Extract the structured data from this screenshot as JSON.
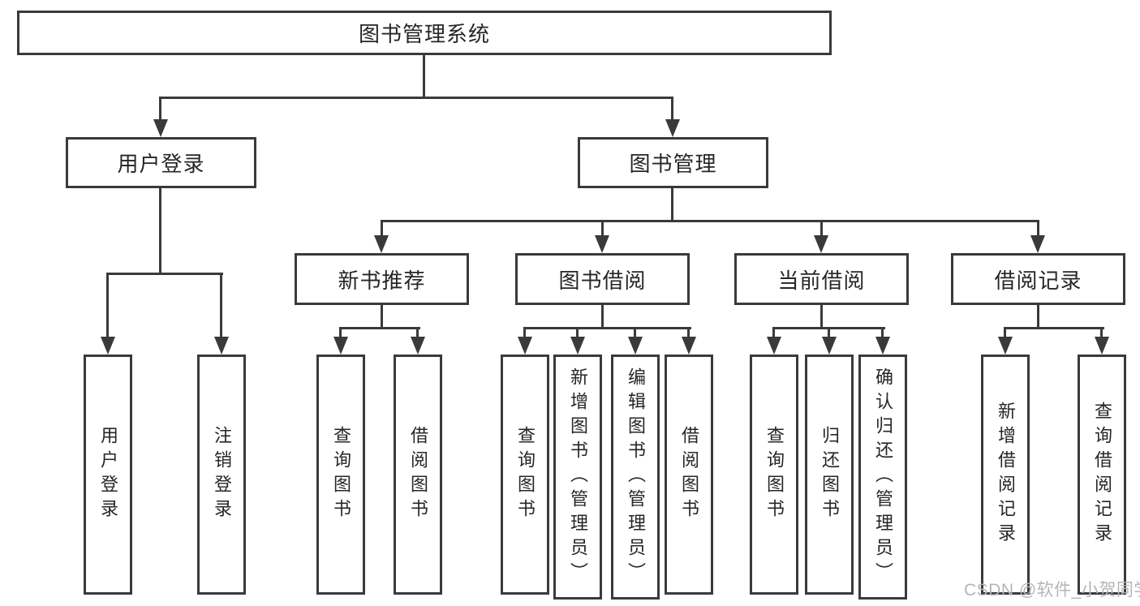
{
  "tree": {
    "root": {
      "label": "图书管理系统"
    },
    "branches": [
      {
        "label": "用户登录",
        "children": [
          {
            "label": "用户登录"
          },
          {
            "label": "注销登录"
          }
        ]
      },
      {
        "label": "图书管理",
        "groups": [
          {
            "label": "新书推荐",
            "children": [
              {
                "label": "查询图书"
              },
              {
                "label": "借阅图书"
              }
            ]
          },
          {
            "label": "图书借阅",
            "children": [
              {
                "label": "查询图书"
              },
              {
                "label": "新增图书（管理员）"
              },
              {
                "label": "编辑图书（管理员）"
              },
              {
                "label": "借阅图书"
              }
            ]
          },
          {
            "label": "当前借阅",
            "children": [
              {
                "label": "查询图书"
              },
              {
                "label": "归还图书"
              },
              {
                "label": "确认归还（管理员）"
              }
            ]
          },
          {
            "label": "借阅记录",
            "children": [
              {
                "label": "新增借阅记录"
              },
              {
                "label": "查询借阅记录"
              }
            ]
          }
        ]
      }
    ]
  },
  "watermark": {
    "text": "CSDN @软件_小贺同学"
  },
  "colors": {
    "line": "#3a3a3a",
    "text": "#262626",
    "watermark": "#b5b5b5",
    "background": "#ffffff"
  }
}
